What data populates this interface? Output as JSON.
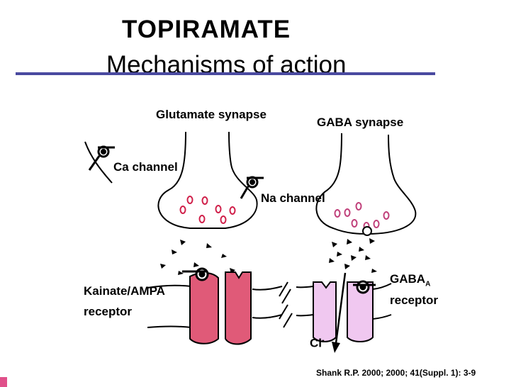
{
  "title": "TOPIRAMATE",
  "subtitle": "Mechanisms of action",
  "labels": {
    "glutamate_synapse": "Glutamate synapse",
    "gaba_synapse": "GABA synapse",
    "ca_channel": "Ca channel",
    "na_channel": "Na channel",
    "kainate_line1": "Kainate/AMPA",
    "kainate_line2": "receptor",
    "gaba_a_main": "GABA",
    "gaba_a_sub": "A",
    "gaba_a_line2": "receptor",
    "cl_main": "Cl",
    "cl_sup": "-"
  },
  "citation": "Shank R.P. 2000; 2000; 41(Suppl. 1): 3-9",
  "colors": {
    "title_rule": "#4a4aa0",
    "glutamate_receptor": "#e05a78",
    "gaba_receptor": "#f0c8f0",
    "glutamate_vesicle": "#d0204a",
    "gaba_vesicle": "#c0407a",
    "corner_accent": "#e0508a"
  }
}
